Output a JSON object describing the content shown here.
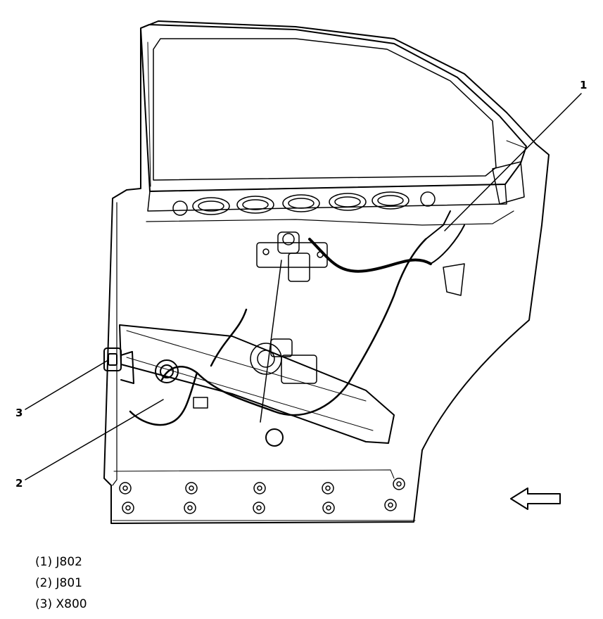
{
  "callouts": [
    {
      "number": "1"
    },
    {
      "number": "2"
    },
    {
      "number": "3"
    }
  ],
  "legend": [
    {
      "text": "(1) J802"
    },
    {
      "text": "(2) J801"
    },
    {
      "text": "(3) X800"
    }
  ]
}
